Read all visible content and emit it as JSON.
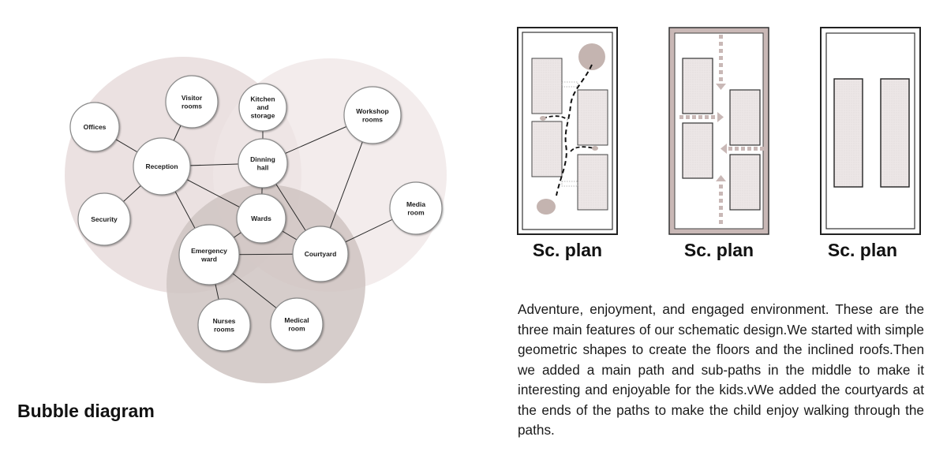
{
  "bubble_diagram": {
    "title": "Bubble diagram",
    "nodes": [
      {
        "id": "offices",
        "lines": [
          "Offices"
        ]
      },
      {
        "id": "visitor",
        "lines": [
          "Visitor",
          "rooms"
        ]
      },
      {
        "id": "kitchen",
        "lines": [
          "Kitchen",
          "and",
          "storage"
        ]
      },
      {
        "id": "workshop",
        "lines": [
          "Workshop",
          "rooms"
        ]
      },
      {
        "id": "reception",
        "lines": [
          "Reception"
        ]
      },
      {
        "id": "dinning",
        "lines": [
          "Dinning",
          "hall"
        ]
      },
      {
        "id": "security",
        "lines": [
          "Security"
        ]
      },
      {
        "id": "wards",
        "lines": [
          "Wards"
        ]
      },
      {
        "id": "media",
        "lines": [
          "Media",
          "room"
        ]
      },
      {
        "id": "emergency",
        "lines": [
          "Emergency",
          "ward"
        ]
      },
      {
        "id": "courtyard",
        "lines": [
          "Courtyard"
        ]
      },
      {
        "id": "nurses",
        "lines": [
          "Nurses",
          "rooms"
        ]
      },
      {
        "id": "medical",
        "lines": [
          "Medical",
          "room"
        ]
      }
    ],
    "edges": [
      [
        "offices",
        "reception"
      ],
      [
        "visitor",
        "reception"
      ],
      [
        "security",
        "reception"
      ],
      [
        "reception",
        "dinning"
      ],
      [
        "reception",
        "wards"
      ],
      [
        "reception",
        "emergency"
      ],
      [
        "kitchen",
        "dinning"
      ],
      [
        "dinning",
        "wards"
      ],
      [
        "dinning",
        "workshop"
      ],
      [
        "dinning",
        "courtyard"
      ],
      [
        "wards",
        "emergency"
      ],
      [
        "wards",
        "courtyard"
      ],
      [
        "emergency",
        "courtyard"
      ],
      [
        "emergency",
        "nurses"
      ],
      [
        "emergency",
        "medical"
      ],
      [
        "workshop",
        "courtyard"
      ],
      [
        "media",
        "courtyard"
      ]
    ],
    "zone_colors": [
      "#e6d9d9",
      "#ede3e3",
      "#d0c6c3"
    ]
  },
  "plans": [
    {
      "caption": "Sc. plan"
    },
    {
      "caption": "Sc. plan"
    },
    {
      "caption": "Sc. plan"
    }
  ],
  "plan_colors": {
    "block_fill": "#e9e2e2",
    "path_fill": "#c9b8b6",
    "courtyard_fill": "#c4b4b0"
  },
  "description": "Adventure, enjoyment, and engaged environment. These are the three main features of our schematic design.We started with simple geometric shapes to create the floors and the inclined roofs.Then we added a main path and sub-paths in the middle to make it interesting and enjoyable for the kids.vWe added the courtyards at the ends of the paths to make the child enjoy walking through the paths."
}
